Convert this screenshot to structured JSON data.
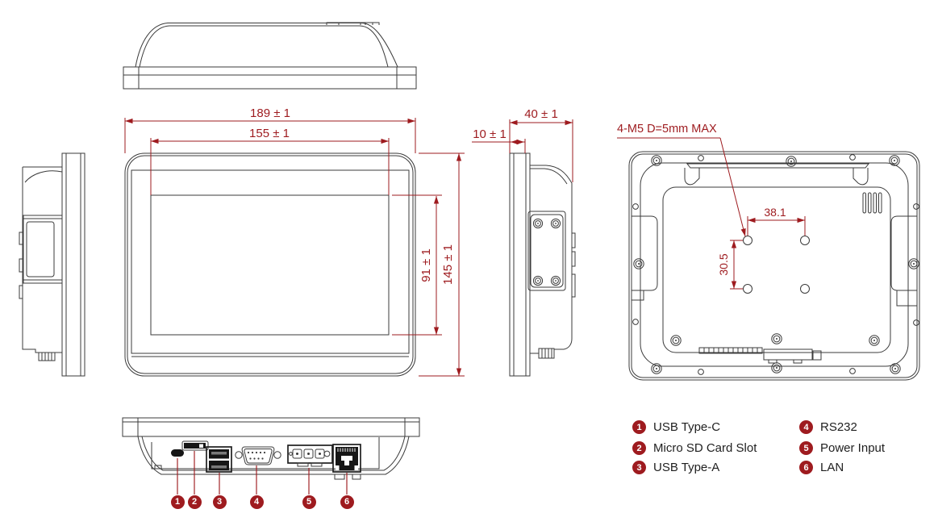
{
  "colors": {
    "dimension_red": "#9E1B1F",
    "drawing_line": "#3B3B3B",
    "legend_text": "#1F1F1F"
  },
  "dimensions": {
    "overall_width": "189 ± 1",
    "display_width": "155 ± 1",
    "display_height": "91 ± 1",
    "overall_height": "145 ± 1",
    "bezel_depth": "10 ± 1",
    "overall_depth": "40 ± 1",
    "vesa_hole_spacing_h": "38.1",
    "vesa_hole_spacing_v": "30.5",
    "vesa_mount_note": "4-M5 D=5mm MAX"
  },
  "callouts": [
    "1",
    "2",
    "3",
    "4",
    "5",
    "6"
  ],
  "legend": {
    "items": [
      {
        "num": "1",
        "label": "USB Type-C"
      },
      {
        "num": "2",
        "label": "Micro SD Card Slot"
      },
      {
        "num": "3",
        "label": "USB Type-A"
      },
      {
        "num": "4",
        "label": "RS232"
      },
      {
        "num": "5",
        "label": "Power Input"
      },
      {
        "num": "6",
        "label": "LAN"
      }
    ]
  }
}
